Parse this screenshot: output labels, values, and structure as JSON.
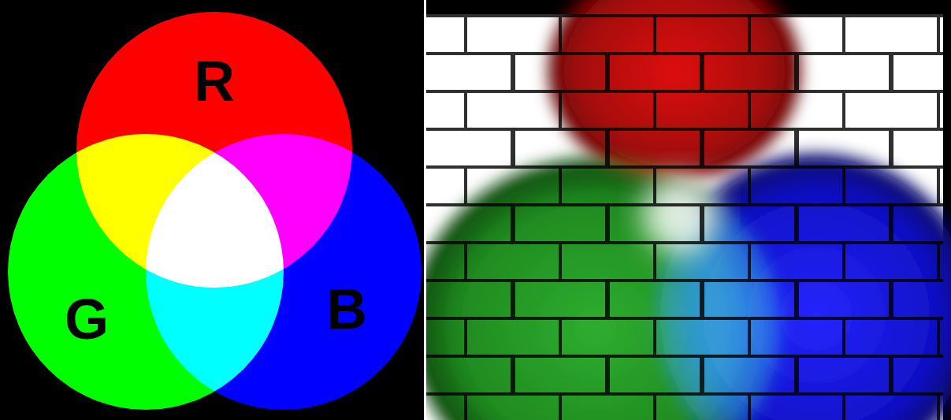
{
  "diagram": {
    "nodes": [
      {
        "text": [
          "R"
        ]
      },
      {
        "text": [
          "G"
        ]
      },
      {
        "text": [
          "B"
        ]
      }
    ]
  }
}
